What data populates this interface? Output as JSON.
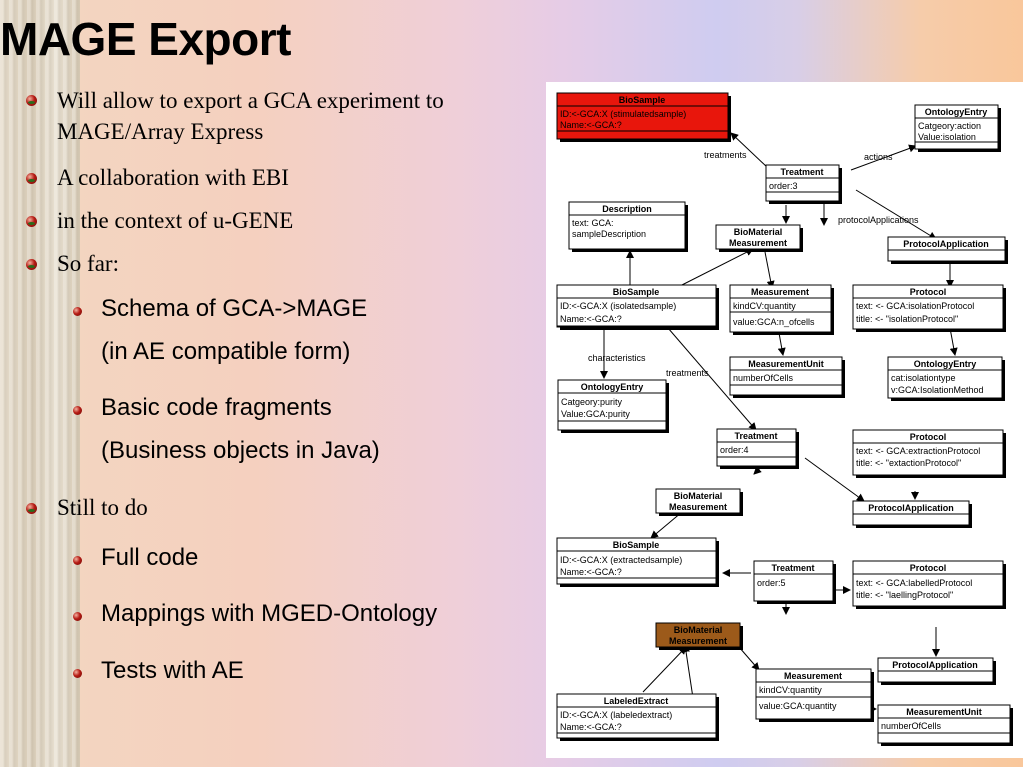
{
  "slide": {
    "title": "MAGE Export",
    "bullets": [
      {
        "lines": [
          "Will allow to export a GCA experiment to",
          "MAGE/Array Express"
        ]
      },
      {
        "lines": [
          "A collaboration with EBI"
        ]
      },
      {
        "lines": [
          "in the context of u-GENE"
        ]
      },
      {
        "lines": [
          "So far:"
        ]
      },
      {
        "lines": [
          "Still to do"
        ]
      }
    ],
    "subbullets_so_far": [
      {
        "lines": [
          "Schema of GCA->MAGE",
          "(in AE compatible form)"
        ]
      },
      {
        "lines": [
          "Basic code fragments",
          "(Business objects in Java)"
        ]
      }
    ],
    "subbullets_todo": [
      {
        "lines": [
          "Full code"
        ]
      },
      {
        "lines": [
          "Mappings with MGED-Ontology"
        ]
      },
      {
        "lines": [
          "Tests with AE"
        ]
      }
    ]
  },
  "diagram": {
    "boxes": {
      "biosample_top": {
        "title": "BioSample",
        "lines": [
          "ID:<-GCA:X (stimulatedsample)",
          "Name:<-GCA:?"
        ]
      },
      "ontology_top": {
        "title": "OntologyEntry",
        "lines": [
          "Catgeory:action",
          "Value:isolation"
        ]
      },
      "treatment_3": {
        "title": "Treatment",
        "lines": [
          "order:3"
        ]
      },
      "description": {
        "title": "Description",
        "lines": [
          "text: GCA:",
          "sampleDescription"
        ]
      },
      "biomat_1": {
        "title": "BioMaterial",
        "title2": "Measurement"
      },
      "protoapp_1": {
        "title": "ProtocolApplication"
      },
      "biosample_iso": {
        "title": "BioSample",
        "lines": [
          "ID:<-GCA:X (isolatedsample)",
          "Name:<-GCA:?"
        ]
      },
      "measurement_1": {
        "title": "Measurement",
        "lines": [
          "kindCV:quantity",
          "value:GCA:n_ofcells"
        ]
      },
      "protocol_iso": {
        "title": "Protocol",
        "lines": [
          "text: <- GCA:isolationProtocol",
          "title: <- \"isolationProtocol\""
        ]
      },
      "mu_1": {
        "title": "MeasurementUnit",
        "lines": [
          "numberOfCells"
        ]
      },
      "ontology_iso": {
        "title": "OntologyEntry",
        "lines": [
          "cat:isolationtype",
          "v:GCA:IsolationMethod"
        ]
      },
      "ontology_purity": {
        "title": "OntologyEntry",
        "lines": [
          "Catgeory:purity",
          "Value:GCA:purity"
        ]
      },
      "treatment_4": {
        "title": "Treatment",
        "lines": [
          "order:4"
        ]
      },
      "protocol_ext": {
        "title": "Protocol",
        "lines": [
          "text: <- GCA:extractionProtocol",
          "title: <- \"extactionProtocol\""
        ]
      },
      "biomat_2": {
        "title": "BioMaterial",
        "title2": "Measurement"
      },
      "protoapp_2": {
        "title": "ProtocolApplication"
      },
      "biosample_ext": {
        "title": "BioSample",
        "lines": [
          "ID:<-GCA:X (extractedsample)",
          "Name:<-GCA:?"
        ]
      },
      "treatment_5": {
        "title": "Treatment",
        "lines": [
          "order:5"
        ]
      },
      "protocol_lab": {
        "title": "Protocol",
        "lines": [
          "text: <- GCA:labelledProtocol",
          "title: <- \"laellingProtocol\""
        ]
      },
      "biomat_3": {
        "title": "BioMaterial",
        "title2": "Measurement"
      },
      "protoapp_3": {
        "title": "ProtocolApplication"
      },
      "measurement_2": {
        "title": "Measurement",
        "lines": [
          "kindCV:quantity",
          "value:GCA:quantity"
        ]
      },
      "labeled": {
        "title": "LabeledExtract",
        "lines": [
          "ID:<-GCA:X (labeledextract)",
          "Name:<-GCA:?"
        ]
      },
      "mu_2": {
        "title": "MeasurementUnit",
        "lines": [
          "numberOfCells"
        ]
      }
    },
    "labels": {
      "treatments_1": "treatments",
      "actions": "actions",
      "protocolApplications": "protocolApplications",
      "characteristics": "characteristics",
      "treatments_2": "treatments"
    },
    "colors": {
      "red_box": "#e8160c",
      "brown_box": "#9c5a1a"
    }
  }
}
